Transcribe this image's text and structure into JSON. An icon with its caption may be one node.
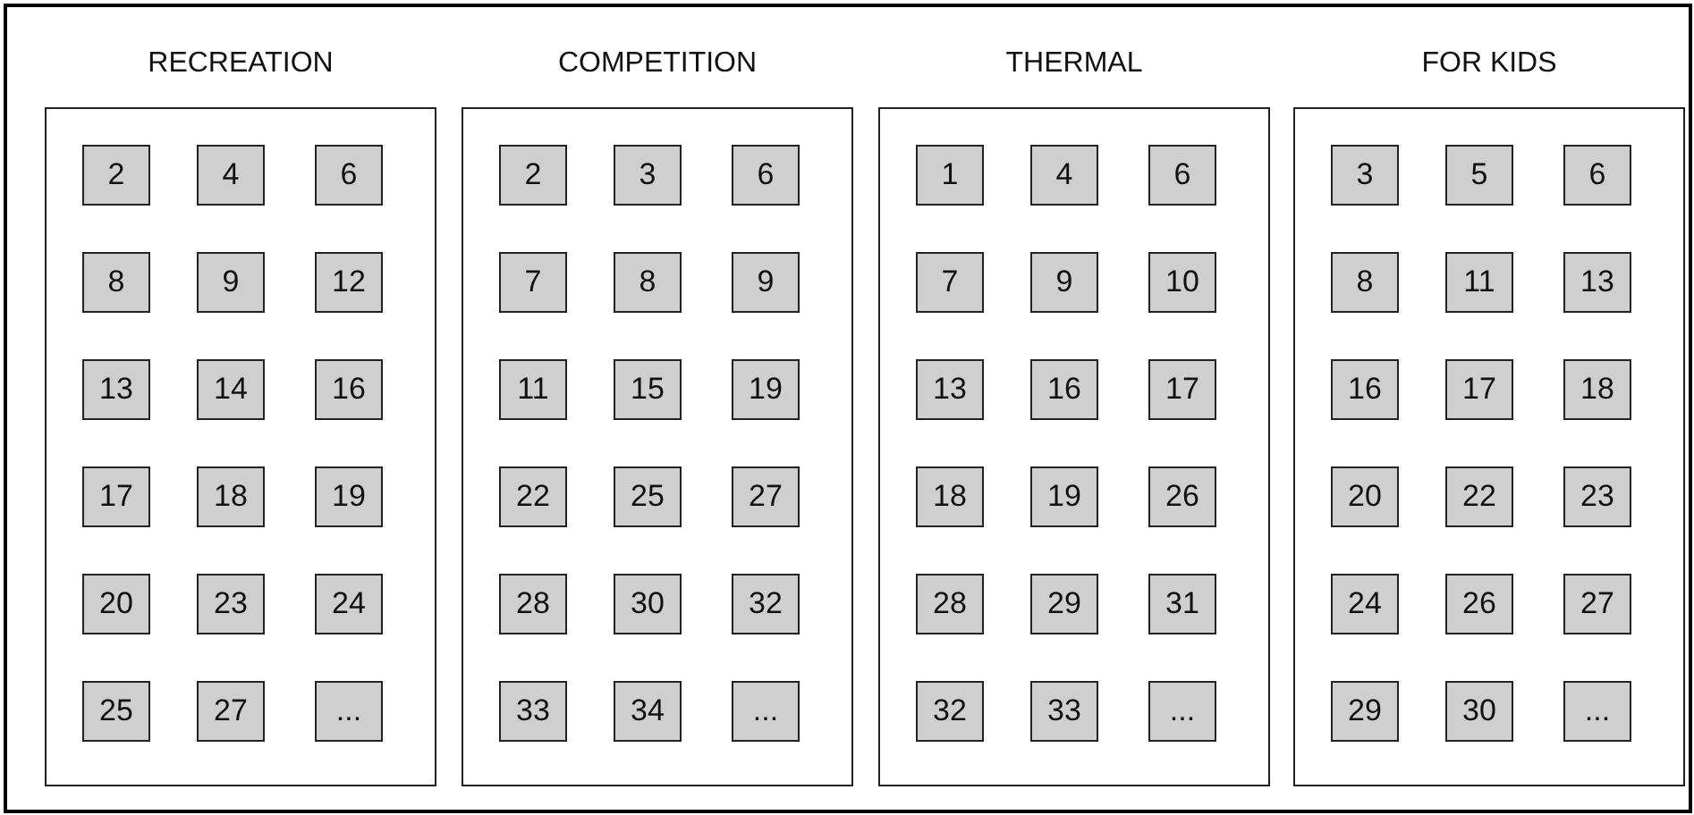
{
  "diagram": {
    "nodes": [
      {
        "text": [
          "RECREATION"
        ]
      },
      {
        "text": [
          "2"
        ],
        "in": 0
      },
      {
        "text": [
          "4"
        ],
        "in": 0
      },
      {
        "text": [
          "6"
        ],
        "in": 0
      },
      {
        "text": [
          "8"
        ],
        "in": 0
      },
      {
        "text": [
          "9"
        ],
        "in": 0
      },
      {
        "text": [
          "12"
        ],
        "in": 0
      },
      {
        "text": [
          "13"
        ],
        "in": 0
      },
      {
        "text": [
          "14"
        ],
        "in": 0
      },
      {
        "text": [
          "16"
        ],
        "in": 0
      },
      {
        "text": [
          "17"
        ],
        "in": 0
      },
      {
        "text": [
          "18"
        ],
        "in": 0
      },
      {
        "text": [
          "19"
        ],
        "in": 0
      },
      {
        "text": [
          "20"
        ],
        "in": 0
      },
      {
        "text": [
          "23"
        ],
        "in": 0
      },
      {
        "text": [
          "24"
        ],
        "in": 0
      },
      {
        "text": [
          "25"
        ],
        "in": 0
      },
      {
        "text": [
          "27"
        ],
        "in": 0
      },
      {
        "text": [
          "..."
        ],
        "in": 0
      },
      {
        "text": [
          "COMPETITION"
        ]
      },
      {
        "text": [
          "2"
        ],
        "in": 19
      },
      {
        "text": [
          "3"
        ],
        "in": 19
      },
      {
        "text": [
          "6"
        ],
        "in": 19
      },
      {
        "text": [
          "7"
        ],
        "in": 19
      },
      {
        "text": [
          "8"
        ],
        "in": 19
      },
      {
        "text": [
          "9"
        ],
        "in": 19
      },
      {
        "text": [
          "11"
        ],
        "in": 19
      },
      {
        "text": [
          "15"
        ],
        "in": 19
      },
      {
        "text": [
          "19"
        ],
        "in": 19
      },
      {
        "text": [
          "22"
        ],
        "in": 19
      },
      {
        "text": [
          "25"
        ],
        "in": 19
      },
      {
        "text": [
          "27"
        ],
        "in": 19
      },
      {
        "text": [
          "28"
        ],
        "in": 19
      },
      {
        "text": [
          "30"
        ],
        "in": 19
      },
      {
        "text": [
          "32"
        ],
        "in": 19
      },
      {
        "text": [
          "33"
        ],
        "in": 19
      },
      {
        "text": [
          "34"
        ],
        "in": 19
      },
      {
        "text": [
          "..."
        ],
        "in": 19
      },
      {
        "text": [
          "THERMAL"
        ]
      },
      {
        "text": [
          "1"
        ],
        "in": 38
      },
      {
        "text": [
          "4"
        ],
        "in": 38
      },
      {
        "text": [
          "6"
        ],
        "in": 38
      },
      {
        "text": [
          "7"
        ],
        "in": 38
      },
      {
        "text": [
          "9"
        ],
        "in": 38
      },
      {
        "text": [
          "10"
        ],
        "in": 38
      },
      {
        "text": [
          "13"
        ],
        "in": 38
      },
      {
        "text": [
          "16"
        ],
        "in": 38
      },
      {
        "text": [
          "17"
        ],
        "in": 38
      },
      {
        "text": [
          "18"
        ],
        "in": 38
      },
      {
        "text": [
          "19"
        ],
        "in": 38
      },
      {
        "text": [
          "26"
        ],
        "in": 38
      },
      {
        "text": [
          "28"
        ],
        "in": 38
      },
      {
        "text": [
          "29"
        ],
        "in": 38
      },
      {
        "text": [
          "31"
        ],
        "in": 38
      },
      {
        "text": [
          "32"
        ],
        "in": 38
      },
      {
        "text": [
          "33"
        ],
        "in": 38
      },
      {
        "text": [
          "..."
        ],
        "in": 38
      },
      {
        "text": [
          "FOR KIDS"
        ]
      },
      {
        "text": [
          "3"
        ],
        "in": 57
      },
      {
        "text": [
          "5"
        ],
        "in": 57
      },
      {
        "text": [
          "6"
        ],
        "in": 57
      },
      {
        "text": [
          "8"
        ],
        "in": 57
      },
      {
        "text": [
          "11"
        ],
        "in": 57
      },
      {
        "text": [
          "13"
        ],
        "in": 57
      },
      {
        "text": [
          "16"
        ],
        "in": 57
      },
      {
        "text": [
          "17"
        ],
        "in": 57
      },
      {
        "text": [
          "18"
        ],
        "in": 57
      },
      {
        "text": [
          "20"
        ],
        "in": 57
      },
      {
        "text": [
          "22"
        ],
        "in": 57
      },
      {
        "text": [
          "23"
        ],
        "in": 57
      },
      {
        "text": [
          "24"
        ],
        "in": 57
      },
      {
        "text": [
          "26"
        ],
        "in": 57
      },
      {
        "text": [
          "27"
        ],
        "in": 57
      },
      {
        "text": [
          "29"
        ],
        "in": 57
      },
      {
        "text": [
          "30"
        ],
        "in": 57
      },
      {
        "text": [
          "..."
        ],
        "in": 57
      }
    ]
  }
}
